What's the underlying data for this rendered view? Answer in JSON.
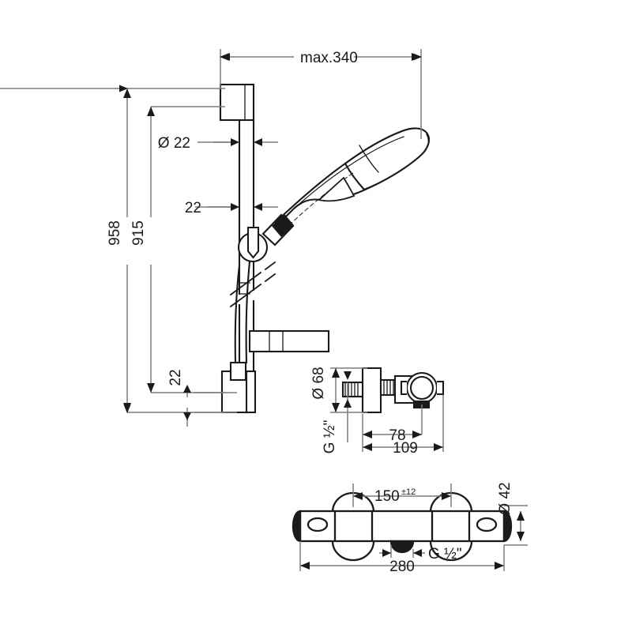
{
  "drawing": {
    "title": "Shower set technical dimension drawing",
    "units": "mm",
    "line_color": "#1a1a1a",
    "dim_line_color": "#7d7d7d",
    "background": "#ffffff"
  },
  "dimensions": {
    "max_reach": "max.340",
    "bar_diameter": "Ø 22",
    "bracket_offset_top": "22",
    "bracket_offset_bottom": "22",
    "overall_height": "958",
    "bar_height": "915",
    "valve_diameter": "Ø 68",
    "valve_thread": "G ½\"",
    "valve_depth_78": "78",
    "valve_depth_109": "109",
    "thermostat_center_distance": "150",
    "thermostat_center_tolerance": "±12",
    "thermostat_body_diameter": "Ø 42",
    "thermostat_overall_width": "280",
    "thermostat_outlet_thread": "G ½\""
  },
  "components": [
    {
      "name": "wall-bracket-top",
      "label": "Top wall bracket"
    },
    {
      "name": "slide-bar",
      "label": "Slide bar"
    },
    {
      "name": "hand-shower",
      "label": "Hand shower"
    },
    {
      "name": "shower-holder",
      "label": "Shower holder"
    },
    {
      "name": "shower-hose",
      "label": "Shower hose"
    },
    {
      "name": "soap-shelf",
      "label": "Shelf / arm"
    },
    {
      "name": "wall-bracket-bottom",
      "label": "Bottom wall bracket"
    },
    {
      "name": "angle-valve-detail",
      "label": "Angle valve side view"
    },
    {
      "name": "thermostat-detail",
      "label": "Thermostat bar front view"
    }
  ]
}
